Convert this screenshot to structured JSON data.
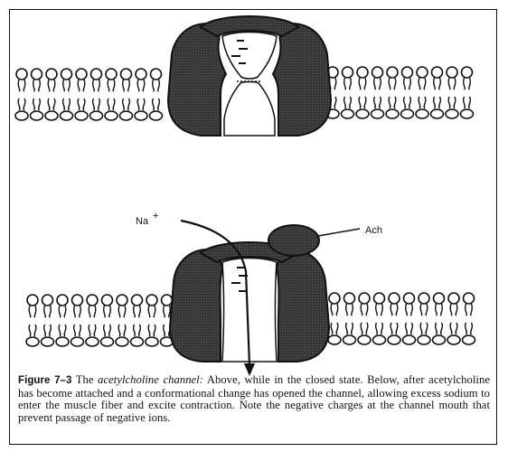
{
  "labels": {
    "ion": "Na",
    "ion_charge": "+",
    "ligand": "Ach"
  },
  "caption": {
    "figure_label": "Figure 7–3",
    "lead": "The",
    "term": "acetylcholine channel:",
    "body": "Above, while in the closed state. Below, after acetylcholine has become attached and a conformational change has opened the channel, allowing excess sodium to enter the muscle fiber and excite contraction. Note the negative charges at the channel mouth that prevent passage of negative ions."
  }
}
